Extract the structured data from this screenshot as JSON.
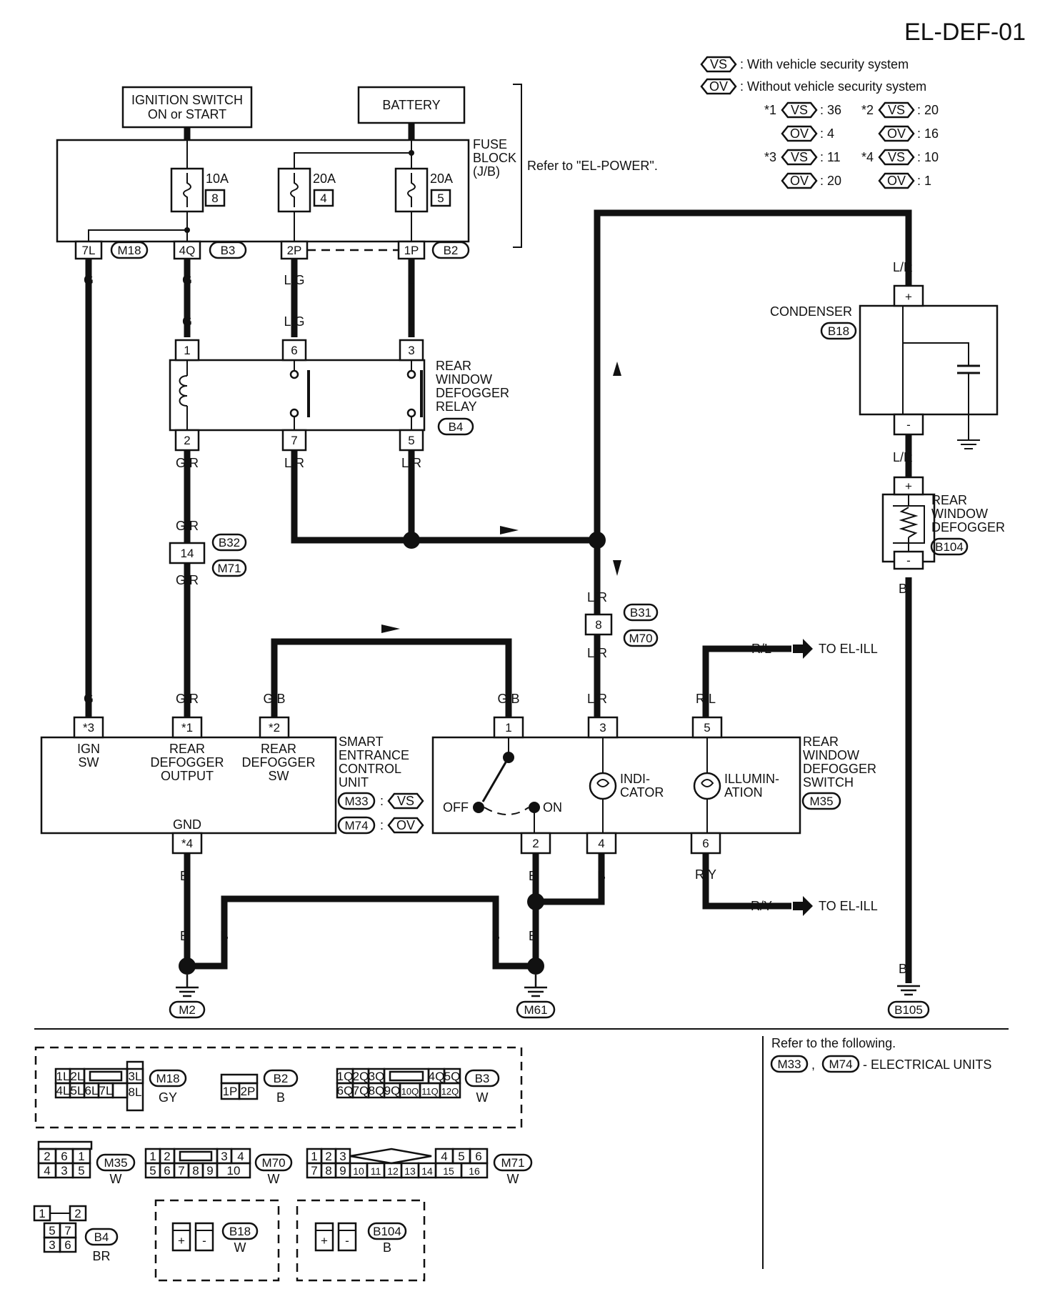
{
  "diagram_code": "EL-DEF-01",
  "legend": {
    "vs_label": "VS",
    "ov_label": "OV",
    "vs_text": ": With vehicle security system",
    "ov_text": ": Without vehicle security system",
    "notes": [
      {
        "mark": "*1",
        "vs": ": 36",
        "ov": ": 4"
      },
      {
        "mark": "*2",
        "vs": ": 20",
        "ov": ": 16"
      },
      {
        "mark": "*3",
        "vs": ": 11",
        "ov": ": 20"
      },
      {
        "mark": "*4",
        "vs": ": 10",
        "ov": ": 1"
      }
    ]
  },
  "sources": {
    "ignition": [
      "IGNITION SWITCH",
      "ON or START"
    ],
    "battery": "BATTERY"
  },
  "fuse_block": {
    "label": [
      "FUSE",
      "BLOCK",
      "(J/B)"
    ],
    "refer": "Refer to \"EL-POWER\".",
    "fuses": [
      {
        "amps": "10A",
        "num": "8"
      },
      {
        "amps": "20A",
        "num": "4"
      },
      {
        "amps": "20A",
        "num": "5"
      }
    ],
    "terminals": [
      "7L",
      "4Q",
      "2P",
      "1P"
    ],
    "connectors": [
      "M18",
      "B3",
      "B2"
    ]
  },
  "relay": {
    "label": [
      "REAR",
      "WINDOW",
      "DEFOGGER",
      "RELAY"
    ],
    "connector": "B4",
    "top_pins": [
      "1",
      "6",
      "3"
    ],
    "bottom_pins": [
      "2",
      "7",
      "5"
    ]
  },
  "condenser": {
    "label": "CONDENSER",
    "connector": "B18",
    "plus": "+",
    "minus": "-"
  },
  "defogger": {
    "label": [
      "REAR",
      "WINDOW",
      "DEFOGGER"
    ],
    "connector": "B104",
    "plus": "+",
    "minus": "-"
  },
  "wire_colors": {
    "g": "G",
    "lg": "L/G",
    "l": "L",
    "gr": "G/R",
    "lr": "L/R",
    "gb": "G/B",
    "rl": "R/L",
    "ry": "R/Y",
    "b": "B"
  },
  "joint_connectors": [
    {
      "pin": "14",
      "conns": [
        "B32",
        "M71"
      ]
    },
    {
      "pin": "8",
      "conns": [
        "B31",
        "M70"
      ]
    }
  ],
  "to_ill": "TO EL-ILL",
  "secu": {
    "label": [
      "SMART",
      "ENTRANCE",
      "CONTROL",
      "UNIT"
    ],
    "conns": [
      "M33",
      "M74"
    ],
    "pins": [
      "*3",
      "*1",
      "*2",
      "*4"
    ],
    "fn_ign": [
      "IGN",
      "SW"
    ],
    "fn_out": [
      "REAR",
      "DEFOGGER",
      "OUTPUT"
    ],
    "fn_sw": [
      "REAR",
      "DEFOGGER",
      "SW"
    ],
    "fn_gnd": "GND",
    "colon": ":"
  },
  "switch": {
    "label": [
      "REAR",
      "WINDOW",
      "DEFOGGER",
      "SWITCH"
    ],
    "connector": "M35",
    "top_pins": [
      "1",
      "3",
      "5"
    ],
    "bottom_pins": [
      "2",
      "4",
      "6"
    ],
    "off": "OFF",
    "on": "ON",
    "indicator": [
      "INDI-",
      "CATOR"
    ],
    "illumination": [
      "ILLUMIN-",
      "ATION"
    ]
  },
  "grounds": [
    "M2",
    "M61",
    "B105"
  ],
  "connector_views": [
    {
      "id": "M18",
      "color": "GY",
      "top": [
        "1L",
        "2L",
        "",
        "3L"
      ],
      "bottom": [
        "4L",
        "5L",
        "6L",
        "7L",
        "8L"
      ]
    },
    {
      "id": "B2",
      "color": "B",
      "pins": [
        "1P",
        "2P"
      ]
    },
    {
      "id": "B3",
      "color": "W",
      "top": [
        "1Q",
        "2Q",
        "3Q",
        "",
        "4Q",
        "5Q"
      ],
      "bottom": [
        "6Q",
        "7Q",
        "8Q",
        "9Q",
        "10Q",
        "11Q",
        "12Q"
      ]
    },
    {
      "id": "M35",
      "color": "W",
      "top": [
        "2",
        "6",
        "1"
      ],
      "bottom": [
        "4",
        "3",
        "5"
      ]
    },
    {
      "id": "M70",
      "color": "W",
      "top": [
        "1",
        "2",
        "",
        "3",
        "4"
      ],
      "bottom": [
        "5",
        "6",
        "7",
        "8",
        "9",
        "10"
      ]
    },
    {
      "id": "M71",
      "color": "W",
      "top": [
        "1",
        "2",
        "3",
        "",
        "4",
        "5",
        "6"
      ],
      "bottom": [
        "7",
        "8",
        "9",
        "10",
        "11",
        "12",
        "13",
        "14",
        "15",
        "16"
      ]
    },
    {
      "id": "B4",
      "color": "BR",
      "pins": [
        "1",
        "2",
        "5",
        "7",
        "3",
        "6"
      ]
    },
    {
      "id": "B18",
      "color": "W",
      "pins": [
        "+",
        "-"
      ]
    },
    {
      "id": "B104",
      "color": "B",
      "pins": [
        "+",
        "-"
      ]
    }
  ],
  "refer_box": {
    "title": "Refer to the following.",
    "items": [
      "M33",
      "M74"
    ],
    "sep": ",",
    "text": "- ELECTRICAL UNITS"
  }
}
